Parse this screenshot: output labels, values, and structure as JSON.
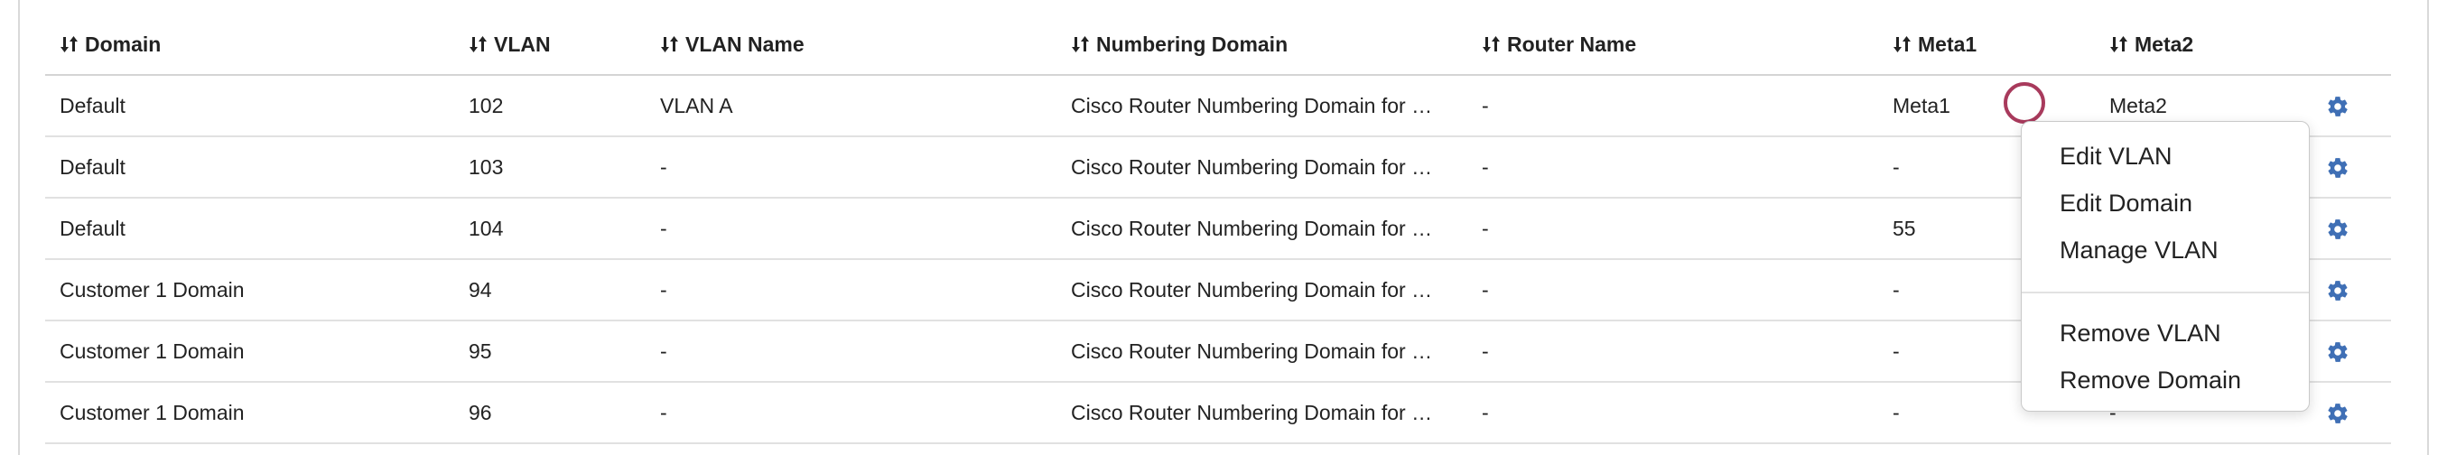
{
  "table": {
    "headers": [
      "Domain",
      "VLAN",
      "VLAN Name",
      "Numbering Domain",
      "Router Name",
      "Meta1",
      "Meta2",
      ""
    ],
    "rows": [
      [
        "Default",
        "102",
        "VLAN A",
        "Cisco Router Numbering Domain for …",
        "-",
        "Meta1",
        "Meta2"
      ],
      [
        "Default",
        "103",
        "-",
        "Cisco Router Numbering Domain for …",
        "-",
        "-",
        ""
      ],
      [
        "Default",
        "104",
        "-",
        "Cisco Router Numbering Domain for …",
        "-",
        "55",
        ""
      ],
      [
        "Customer 1 Domain",
        "94",
        "-",
        "Cisco Router Numbering Domain for …",
        "-",
        "-",
        ""
      ],
      [
        "Customer 1 Domain",
        "95",
        "-",
        "Cisco Router Numbering Domain for …",
        "-",
        "-",
        ""
      ],
      [
        "Customer 1 Domain",
        "96",
        "-",
        "Cisco Router Numbering Domain for …",
        "-",
        "-",
        "-"
      ]
    ]
  },
  "context_menu": {
    "items": [
      "Edit VLAN",
      "Edit Domain",
      "Manage VLAN",
      "Remove VLAN",
      "Remove Domain"
    ]
  },
  "colors": {
    "gear": "#3f6fb5",
    "cursor_ring": "#a83a5c"
  },
  "icons": {
    "sort": "sort-arrows-icon",
    "actions": "gear-icon"
  }
}
